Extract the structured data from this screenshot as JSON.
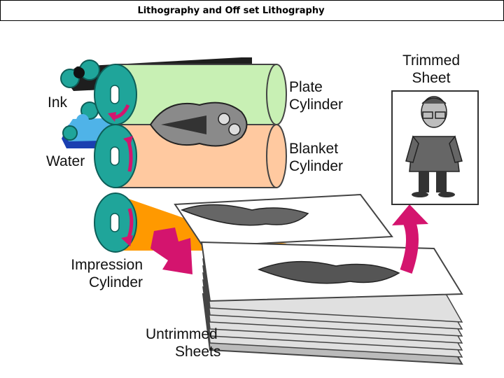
{
  "title": "Lithography and  Off set Lithography",
  "labels": {
    "ink": "Ink",
    "water": "Water",
    "plate_line1": "Plate",
    "plate_line2": "Cylinder",
    "blanket_line1": "Blanket",
    "blanket_line2": "Cylinder",
    "impression_line1": "Impression",
    "impression_line2": "Cylinder",
    "trimmed_line1": "Trimmed",
    "trimmed_line2": "Sheet",
    "untrimmed_line1": "Untrimmed",
    "untrimmed_line2": "Sheets"
  },
  "colors": {
    "plate_cylinder": "#c8f0b4",
    "blanket_cylinder": "#ffc9a0",
    "impression_cylinder": "#ffffff",
    "cylinder_end": "#1fa59a",
    "ink_rollers": "#1e1e1e",
    "water_rollers": "#4fb3e8",
    "arrow": "#d4146e",
    "transfer_wedge": "#ff9900"
  }
}
